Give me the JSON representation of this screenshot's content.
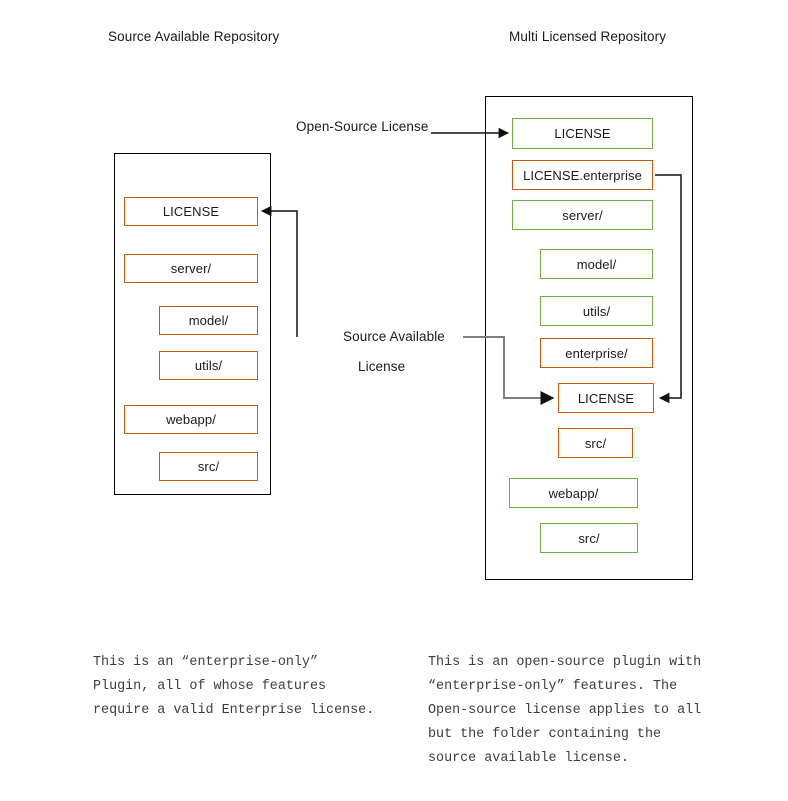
{
  "titles": {
    "left": "Source Available Repository",
    "right": "Multi Licensed Repository"
  },
  "colors": {
    "enterprise_orange": "#C55A11",
    "open_source_green": "#70AD47",
    "container_border": "#000000",
    "wire": "#1a1a1a",
    "wire_gray": "#7f7f7f",
    "text": "#1a1a1a",
    "caption_text": "#3d3d3d",
    "background": "#ffffff"
  },
  "left_repo": {
    "nodes": [
      {
        "label": "LICENSE",
        "license": "source-available",
        "indent": 0
      },
      {
        "label": "server/",
        "license": "source-available",
        "indent": 0
      },
      {
        "label": "model/",
        "license": "source-available",
        "indent": 1
      },
      {
        "label": "utils/",
        "license": "source-available",
        "indent": 1
      },
      {
        "label": "webapp/",
        "license": "source-available",
        "indent": 0
      },
      {
        "label": "src/",
        "license": "source-available",
        "indent": 1
      }
    ]
  },
  "right_repo": {
    "nodes": [
      {
        "label": "LICENSE",
        "license": "open-source",
        "indent": 0
      },
      {
        "label": "LICENSE.enterprise",
        "license": "source-available",
        "indent": 0
      },
      {
        "label": "server/",
        "license": "open-source",
        "indent": 0
      },
      {
        "label": "model/",
        "license": "open-source",
        "indent": 1
      },
      {
        "label": "utils/",
        "license": "open-source",
        "indent": 1
      },
      {
        "label": "enterprise/",
        "license": "source-available",
        "indent": 1
      },
      {
        "label": "LICENSE",
        "license": "source-available",
        "indent": 1
      },
      {
        "label": "src/",
        "license": "source-available",
        "indent": 1
      },
      {
        "label": "webapp/",
        "license": "open-source",
        "indent": 0
      },
      {
        "label": "src/",
        "license": "open-source",
        "indent": 1
      }
    ]
  },
  "edge_labels": {
    "open_source_license": "Open-Source License",
    "source_available_line1": "Source Available",
    "source_available_line2": "License"
  },
  "captions": {
    "left": "This is an “enterprise-only”\nPlugin, all of whose features\nrequire a valid Enterprise license.",
    "right": "This is an open-source plugin with\n“enterprise-only” features. The\nOpen-source license applies to all\nbut the folder containing the\nsource available license."
  }
}
